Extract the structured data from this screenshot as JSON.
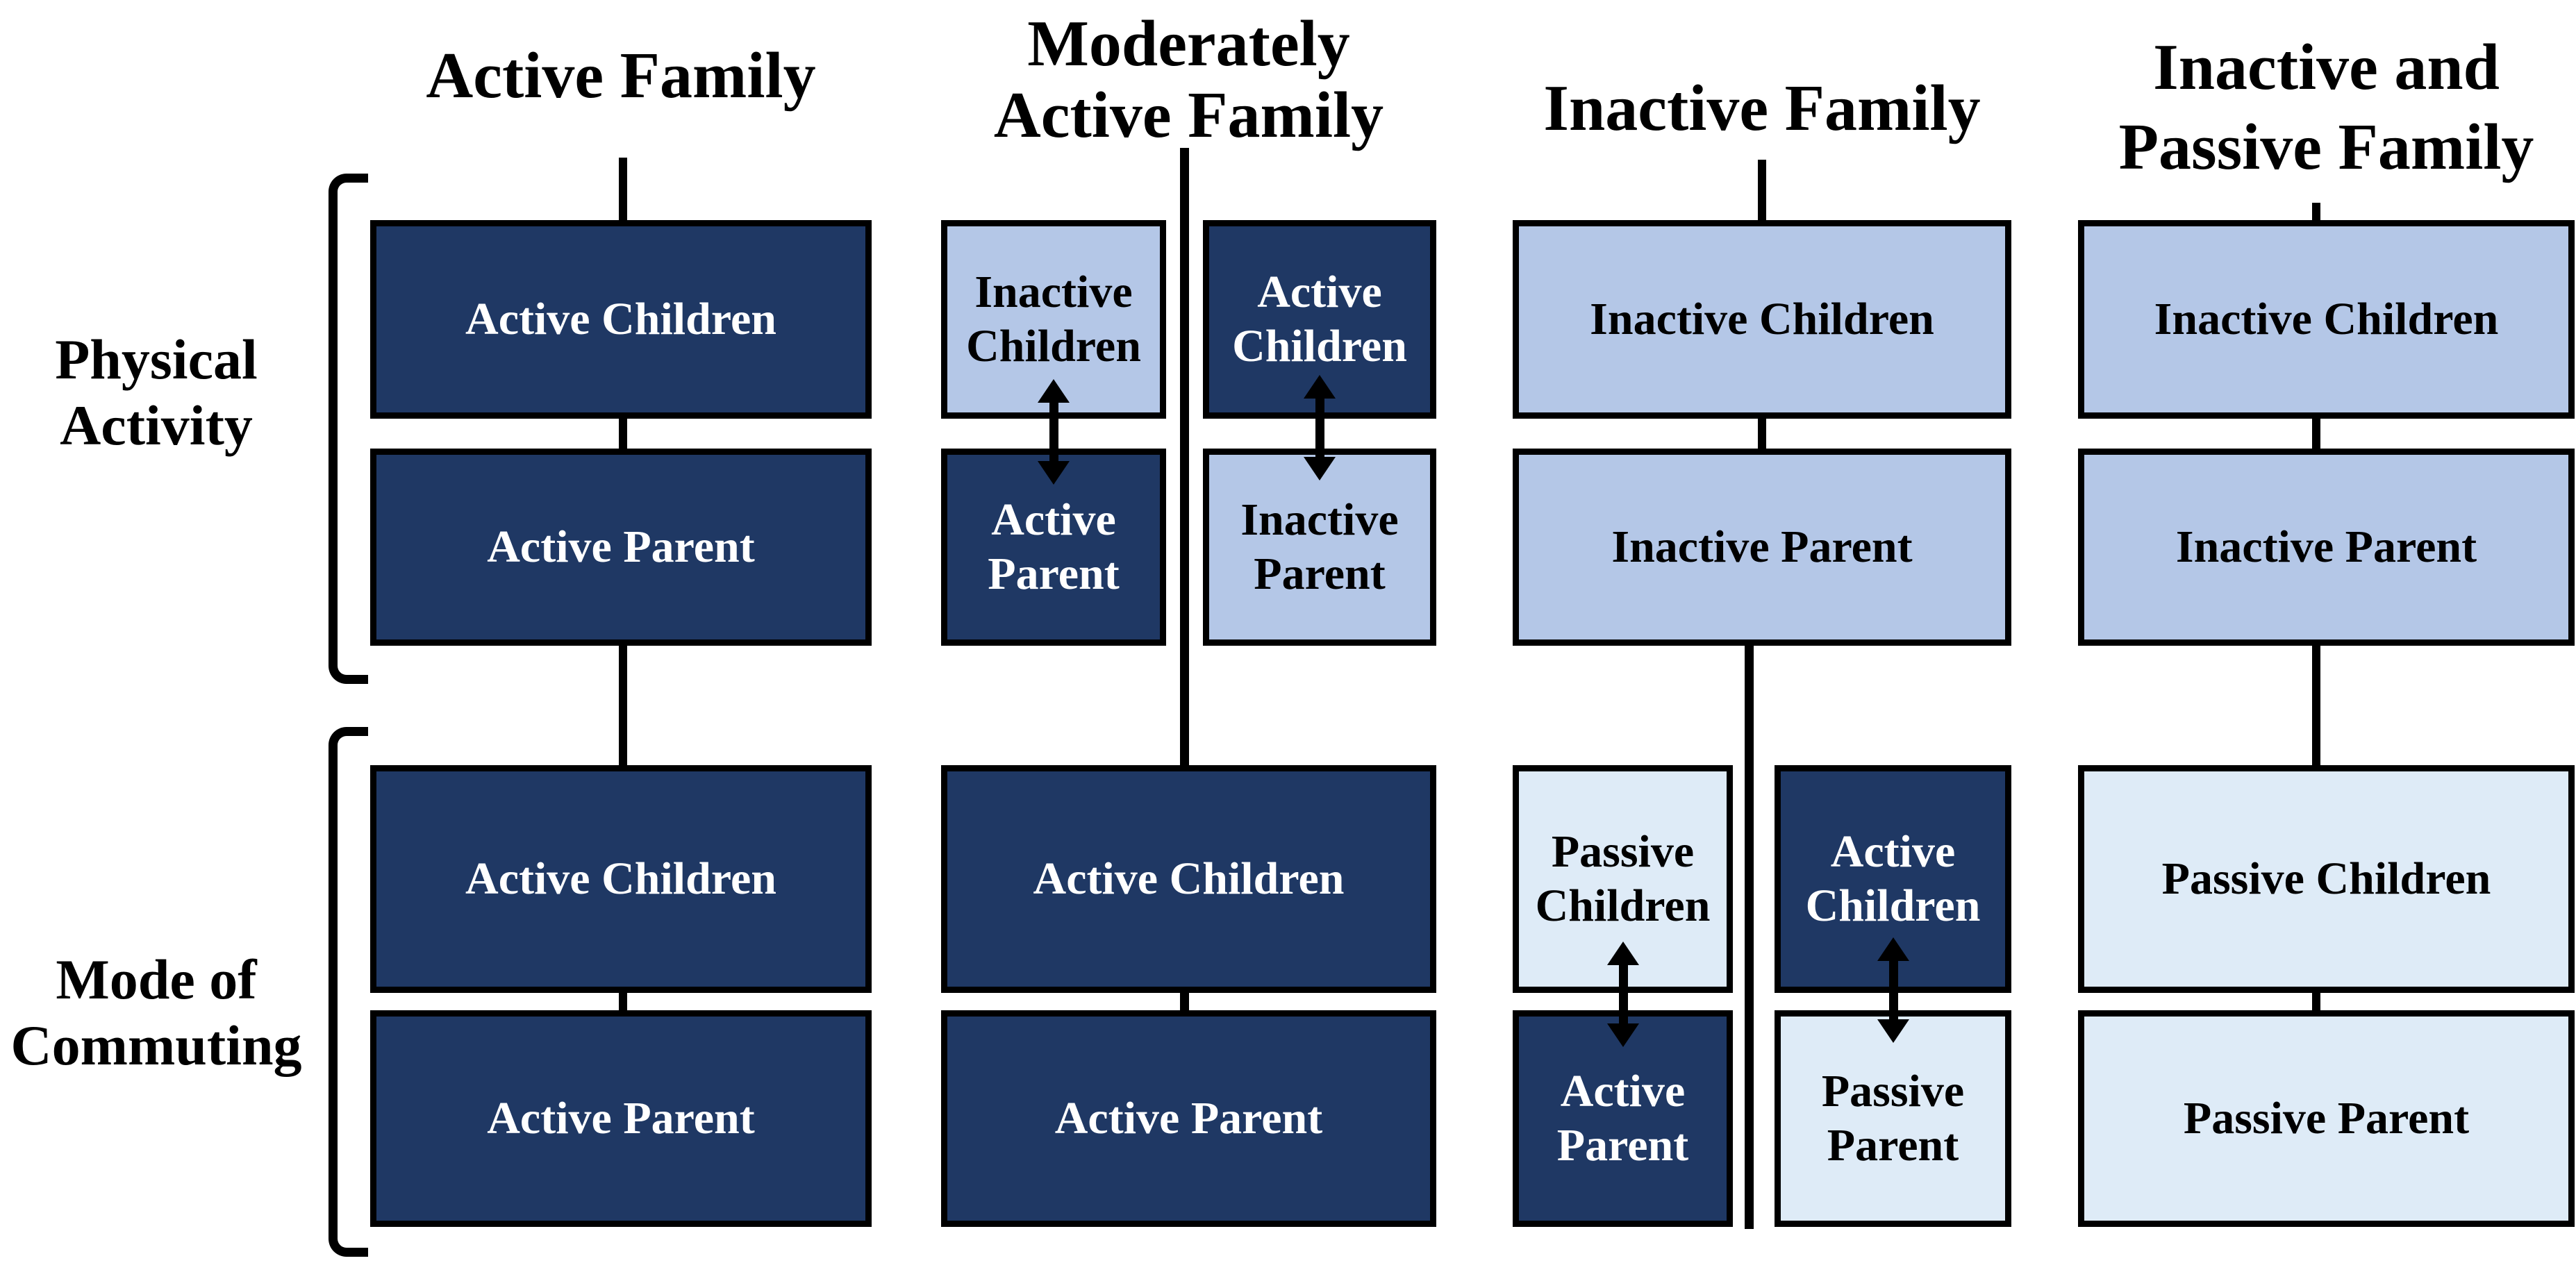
{
  "figure": {
    "palette": {
      "dark_blue": "#1F3864",
      "medium_blue": "#B4C7E7",
      "light_blue": "#DEEBF7",
      "line_black": "#000000",
      "text_on_dark": "#FFFFFF",
      "text_on_light": "#000000"
    },
    "row_labels": [
      {
        "id": "physical-activity",
        "lines": [
          "Physical",
          "Activity"
        ]
      },
      {
        "id": "mode-of-commuting",
        "lines": [
          "Mode of",
          "Commuting"
        ]
      }
    ],
    "columns": [
      {
        "title": {
          "lines": [
            "Active Family"
          ]
        },
        "physical_activity": {
          "children": {
            "label": "Active Children",
            "tone": "dark"
          },
          "parent": {
            "label": "Active Parent",
            "tone": "dark"
          }
        },
        "mode_of_commuting": {
          "children": {
            "label": "Active Children",
            "tone": "dark"
          },
          "parent": {
            "label": "Active Parent",
            "tone": "dark"
          }
        }
      },
      {
        "title": {
          "lines": [
            "Moderately",
            "Active Family"
          ]
        },
        "physical_activity": {
          "split": true,
          "left": {
            "top": {
              "label": "Inactive Children",
              "tone": "medium"
            },
            "bottom": {
              "label": "Active Parent",
              "tone": "dark"
            }
          },
          "right": {
            "top": {
              "label": "Active Children",
              "tone": "dark"
            },
            "bottom": {
              "label": "Inactive Parent",
              "tone": "medium"
            }
          }
        },
        "mode_of_commuting": {
          "children": {
            "label": "Active Children",
            "tone": "dark"
          },
          "parent": {
            "label": "Active Parent",
            "tone": "dark"
          }
        }
      },
      {
        "title": {
          "lines": [
            "Inactive Family"
          ]
        },
        "physical_activity": {
          "children": {
            "label": "Inactive Children",
            "tone": "medium"
          },
          "parent": {
            "label": "Inactive Parent",
            "tone": "medium"
          }
        },
        "mode_of_commuting": {
          "split": true,
          "left": {
            "top": {
              "label": "Passive Children",
              "tone": "light"
            },
            "bottom": {
              "label": "Active Parent",
              "tone": "dark"
            }
          },
          "right": {
            "top": {
              "label": "Active Children",
              "tone": "dark"
            },
            "bottom": {
              "label": "Passive Parent",
              "tone": "light"
            }
          }
        }
      },
      {
        "title": {
          "lines": [
            "Inactive and",
            "Passive Family"
          ]
        },
        "physical_activity": {
          "children": {
            "label": "Inactive Children",
            "tone": "medium"
          },
          "parent": {
            "label": "Inactive Parent",
            "tone": "medium"
          }
        },
        "mode_of_commuting": {
          "children": {
            "label": "Passive Children",
            "tone": "light"
          },
          "parent": {
            "label": "Passive Parent",
            "tone": "light"
          }
        }
      }
    ]
  }
}
